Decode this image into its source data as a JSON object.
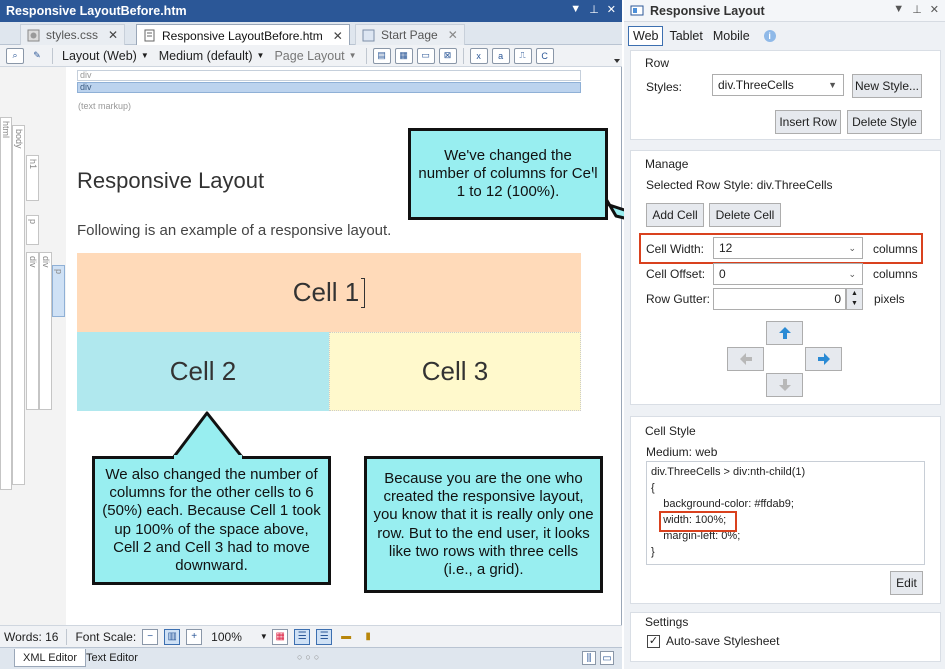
{
  "editor_window": {
    "title": "Responsive LayoutBefore.htm",
    "tabs": [
      {
        "label": "styles.css"
      },
      {
        "label": "Responsive LayoutBefore.htm"
      },
      {
        "label": "Start Page"
      }
    ]
  },
  "toolbar": {
    "layout_dropdown": "Layout (Web)",
    "medium_dropdown": "Medium (default)",
    "page_layout_dropdown": "Page Layout"
  },
  "structure": {
    "div_label_1": "div",
    "div_label_2": "div",
    "text_markup": "(text markup)",
    "gutter_tags": [
      "html",
      "body",
      "h1",
      "p",
      "div",
      "div",
      "p"
    ]
  },
  "document": {
    "heading": "Responsive Layout",
    "paragraph": "Following is an example of a responsive layout.",
    "cell1": "Cell 1",
    "cell2": "Cell 2",
    "cell3": "Cell 3"
  },
  "callouts": {
    "top": "We've changed the number of columns for Cell 1 to 12 (100%).",
    "left": "We also changed the number of columns for the other cells to 6 (50%) each. Because Cell 1 took up 100% of the space above, Cell 2 and Cell 3 had to move downward.",
    "right": "Because you are the one who created the responsive layout, you know that it is really only one row. But to the end user, it looks like two rows with three cells (i.e., a grid)."
  },
  "statusbar": {
    "words": "Words: 16",
    "font_scale_label": "Font Scale:",
    "zoom": "100%"
  },
  "bottom_tabs": {
    "xml_editor": "XML Editor",
    "text_editor": "Text Editor"
  },
  "panel": {
    "title": "Responsive Layout",
    "tabs": [
      "Web",
      "Tablet",
      "Mobile"
    ],
    "row": {
      "title": "Row",
      "styles_label": "Styles:",
      "styles_value": "div.ThreeCells",
      "new_style_button": "New Style...",
      "insert_row_button": "Insert Row",
      "delete_style_button": "Delete Style"
    },
    "manage": {
      "title": "Manage",
      "selected_row_style": "Selected Row Style: div.ThreeCells",
      "add_cell_button": "Add Cell",
      "delete_cell_button": "Delete Cell",
      "cell_width_label": "Cell Width:",
      "cell_width_value": "12",
      "cell_width_unit": "columns",
      "cell_offset_label": "Cell Offset:",
      "cell_offset_value": "0",
      "cell_offset_unit": "columns",
      "row_gutter_label": "Row Gutter:",
      "row_gutter_value": "0",
      "row_gutter_unit": "pixels"
    },
    "cell_style": {
      "title": "Cell Style",
      "medium": "Medium: web",
      "code_lines": [
        "div.ThreeCells > div:nth-child(1)",
        "{",
        "    background-color: #ffdab9;",
        "    width: 100%;",
        "    margin-left: 0%;",
        "}"
      ],
      "edit_button": "Edit"
    },
    "settings": {
      "title": "Settings",
      "autosave_label": "Auto-save Stylesheet",
      "autosave_checked": true
    }
  },
  "colors": {
    "titlebar": "#2b5797",
    "callout_fill": "#98eef0",
    "cell1": "#ffdab9",
    "cell2": "#b0e8ee",
    "cell3": "#fff9cc",
    "highlight_box": "#d9411e",
    "arrow_blue": "#2a8ad4"
  }
}
